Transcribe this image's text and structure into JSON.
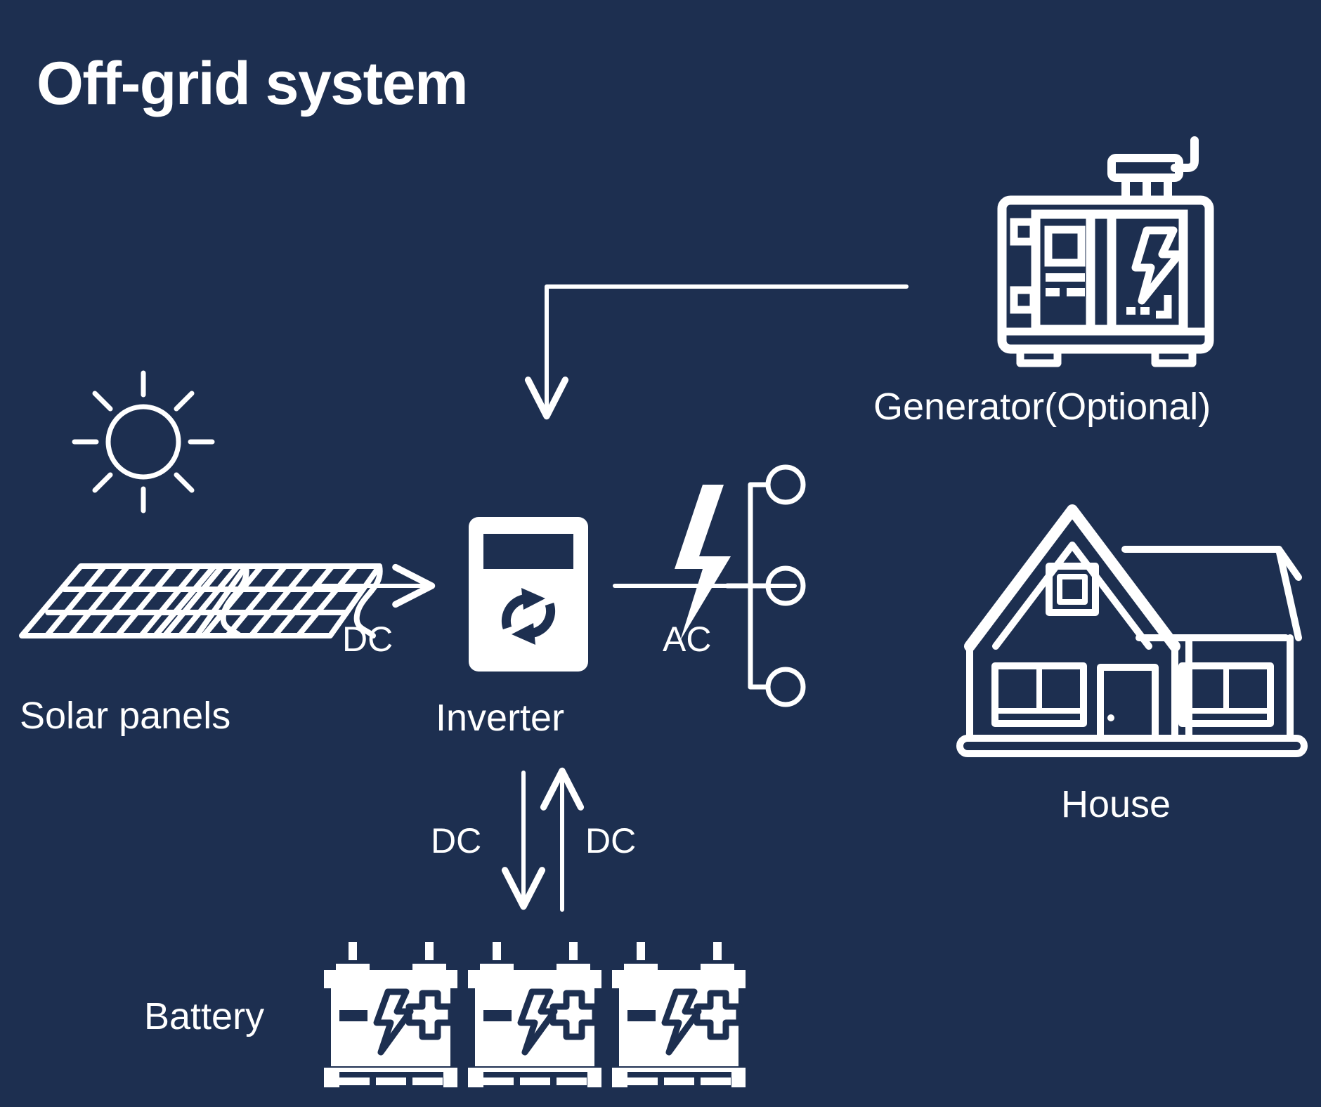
{
  "page": {
    "title": "Off-grid system",
    "background_color": "#1d2f50",
    "stroke_color": "#ffffff"
  },
  "nodes": {
    "sun": {
      "icon": "sun-icon"
    },
    "solar_panels": {
      "label": "Solar panels",
      "icon": "solar-panel-icon"
    },
    "inverter": {
      "label": "Inverter",
      "icon": "inverter-icon"
    },
    "generator": {
      "label": "Generator(Optional)",
      "icon": "generator-icon"
    },
    "house": {
      "label": "House",
      "icon": "house-icon"
    },
    "battery": {
      "label": "Battery",
      "icon": "battery-icon",
      "count": 3
    },
    "distribution": {
      "icon": "lightning-bolt-icon",
      "outlets": 3
    }
  },
  "flows": {
    "solar_to_inverter": {
      "label": "DC",
      "direction": "right"
    },
    "inverter_to_house": {
      "label": "AC",
      "direction": "right"
    },
    "inverter_to_battery": {
      "label": "DC",
      "direction": "down"
    },
    "battery_to_inverter": {
      "label": "DC",
      "direction": "up"
    },
    "generator_to_inverter": {
      "label": "",
      "direction": "down"
    }
  }
}
